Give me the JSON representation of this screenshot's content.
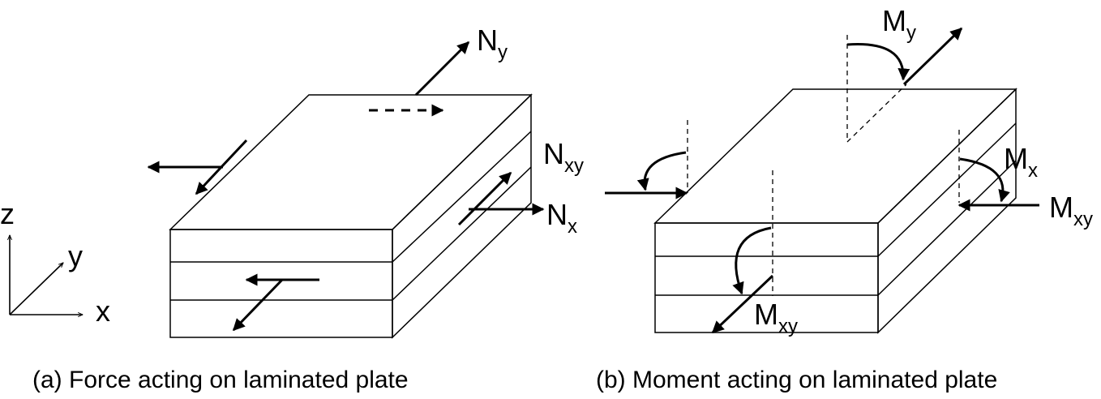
{
  "axes": {
    "z_label": "z",
    "y_label": "y",
    "x_label": "x"
  },
  "panel_a": {
    "caption": "(a) Force acting on laminated plate",
    "ny": {
      "main": "N",
      "sub": "y"
    },
    "nxy": {
      "main": "N",
      "sub": "xy"
    },
    "nx": {
      "main": "N",
      "sub": "x"
    }
  },
  "panel_b": {
    "caption": "(b) Moment acting on laminated plate",
    "my": {
      "main": "M",
      "sub": "y"
    },
    "mx": {
      "main": "M",
      "sub": "x"
    },
    "mxy_right": {
      "main": "M",
      "sub": "xy"
    },
    "mxy_front": {
      "main": "M",
      "sub": "xy"
    }
  },
  "colors": {
    "stroke": "#000000",
    "background": "#ffffff"
  }
}
